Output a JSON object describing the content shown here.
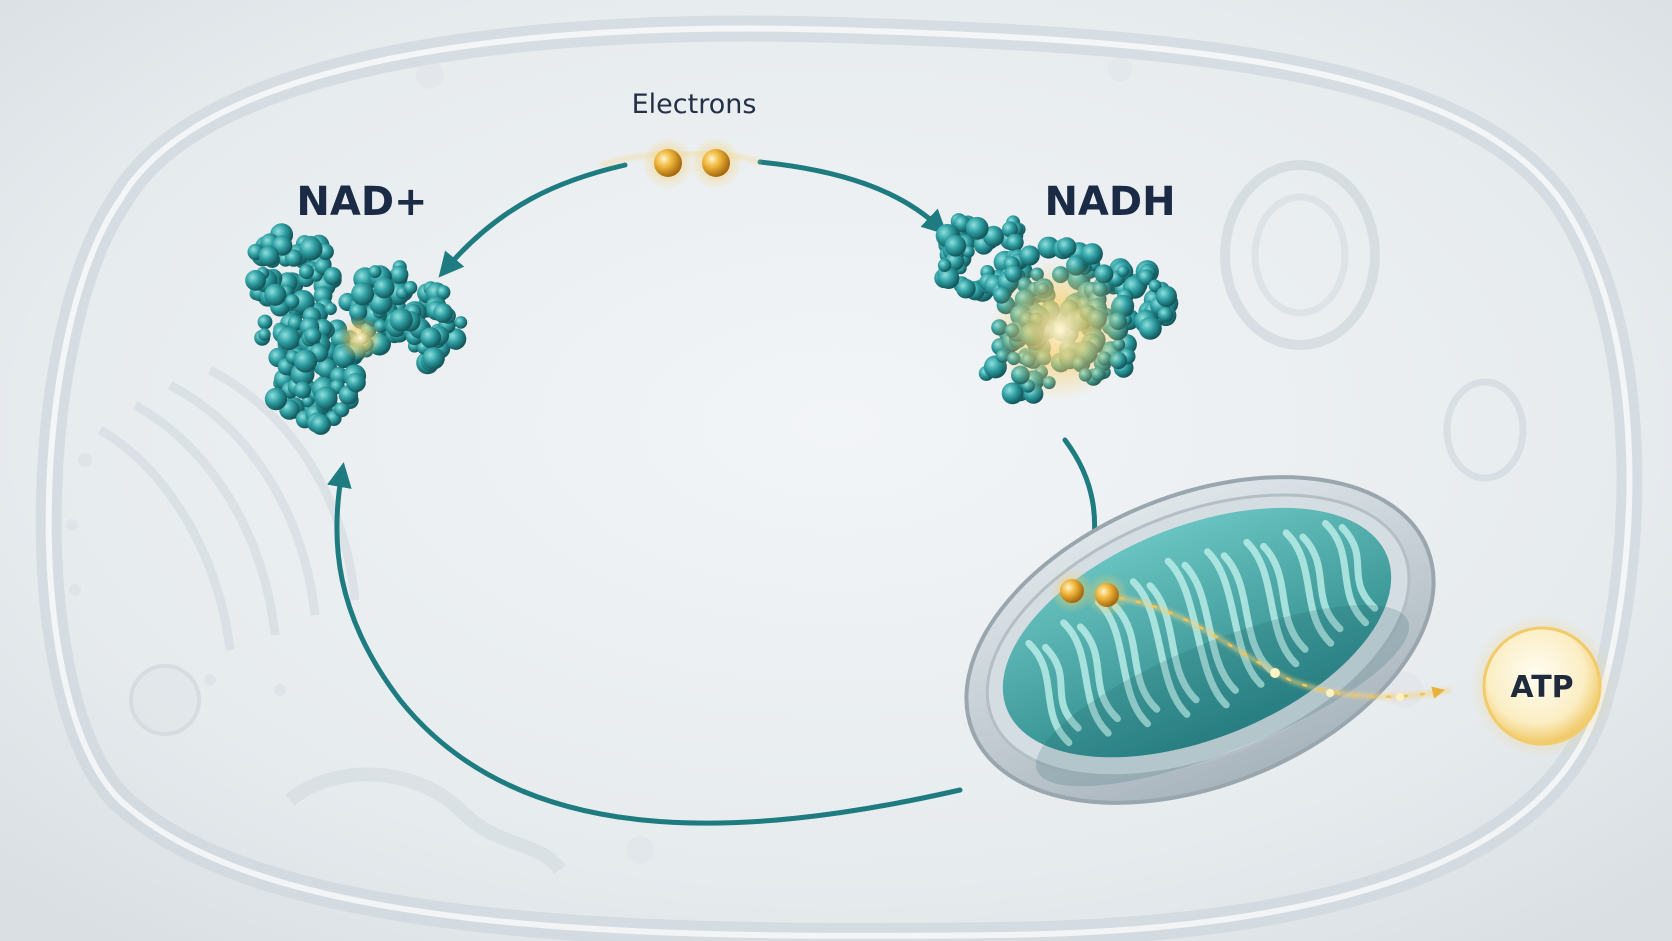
{
  "labels": {
    "electrons": "Electrons",
    "nad_plus": "NAD+",
    "nadh": "NADH",
    "atp": "ATP"
  },
  "colors": {
    "arrow": "#1e7c80",
    "molecule_teal": "#2f9fa3",
    "electron_gold": "#e0a628",
    "atp_glow": "#f7d98a",
    "background": "#e9edf0"
  },
  "icons": {
    "nad_plus_molecule": "protein-cluster-icon",
    "nadh_molecule": "protein-cluster-glowing-icon",
    "mitochondrion": "mitochondrion-icon",
    "electron": "gold-sphere-icon"
  }
}
